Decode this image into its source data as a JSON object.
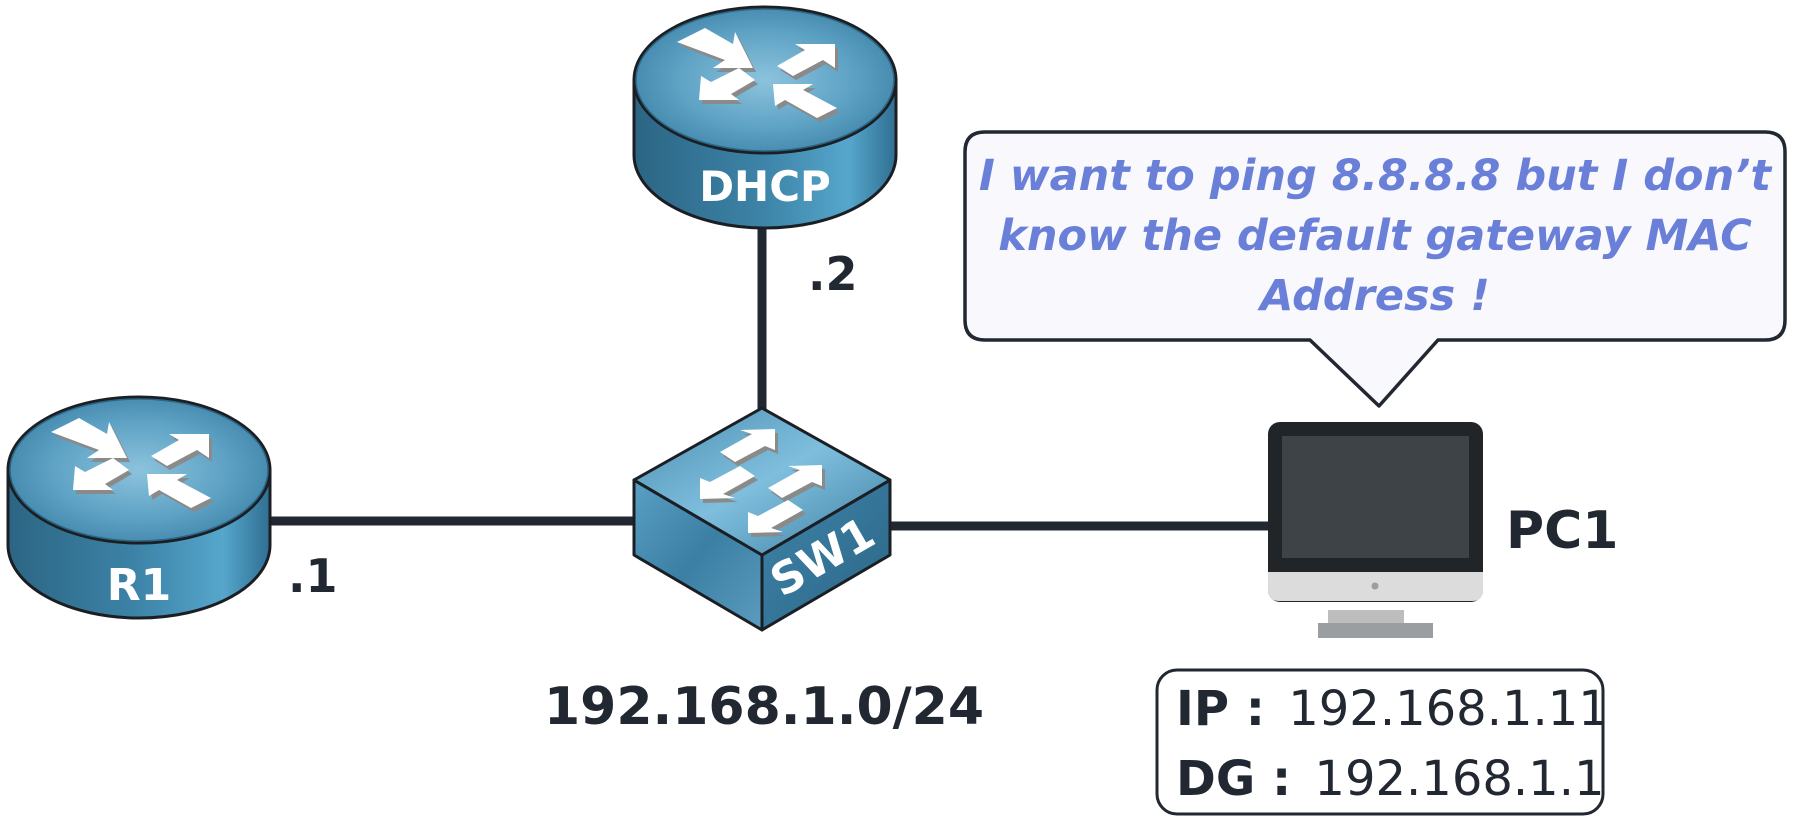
{
  "diagram": {
    "devices": {
      "r1": {
        "label": "R1",
        "type": "router",
        "icon": "router-icon"
      },
      "dhcp": {
        "label": "DHCP",
        "type": "router",
        "icon": "router-icon"
      },
      "sw1": {
        "label": "SW1",
        "type": "switch",
        "icon": "switch-icon"
      },
      "pc1": {
        "label": "PC1",
        "type": "pc",
        "icon": "monitor-icon"
      }
    },
    "links": [
      {
        "from": "R1",
        "to": "SW1",
        "label": ".1"
      },
      {
        "from": "DHCP",
        "to": "SW1",
        "label": ".2"
      },
      {
        "from": "SW1",
        "to": "PC1",
        "label": ""
      }
    ],
    "subnet": "192.168.1.0/24",
    "speech_bubble": {
      "lines": [
        "I want to ping 8.8.8.8 but I don’t",
        "know the default gateway MAC",
        "Address !"
      ]
    },
    "pc_info": {
      "ip_key": "IP :",
      "ip_value": "192.168.1.11",
      "dg_key": "DG :",
      "dg_value": "192.168.1.1"
    },
    "colors": {
      "device_blue": "#3f86ab",
      "link": "#222831",
      "bubble_text": "#6a80d8",
      "bubble_bg": "#f8f8fd"
    }
  }
}
